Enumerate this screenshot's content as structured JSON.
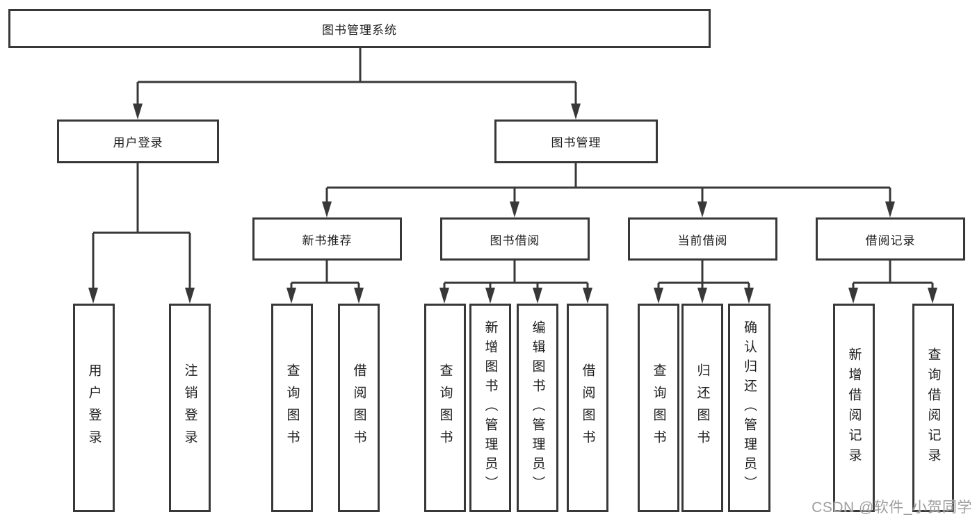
{
  "tree": {
    "label": "图书管理系统",
    "children": [
      {
        "label": "用户登录",
        "children": [
          {
            "label": "用户登录"
          },
          {
            "label": "注销登录"
          }
        ]
      },
      {
        "label": "图书管理",
        "children": [
          {
            "label": "新书推荐",
            "children": [
              {
                "label": "查询图书"
              },
              {
                "label": "借阅图书"
              }
            ]
          },
          {
            "label": "图书借阅",
            "children": [
              {
                "label": "查询图书"
              },
              {
                "label": "新增图书（管理员）"
              },
              {
                "label": "编辑图书（管理员）"
              },
              {
                "label": "借阅图书"
              }
            ]
          },
          {
            "label": "当前借阅",
            "children": [
              {
                "label": "查询图书"
              },
              {
                "label": "归还图书"
              },
              {
                "label": "确认归还（管理员）"
              }
            ]
          },
          {
            "label": "借阅记录",
            "children": [
              {
                "label": "新增借阅记录"
              },
              {
                "label": "查询借阅记录"
              }
            ]
          }
        ]
      }
    ]
  },
  "watermark": {
    "text": "CSDN @软件_小贺同学"
  },
  "colors": {
    "line": "#383838",
    "text": "#1d1d1d",
    "background": "#ffffff",
    "watermark": "#9e9e9e"
  }
}
